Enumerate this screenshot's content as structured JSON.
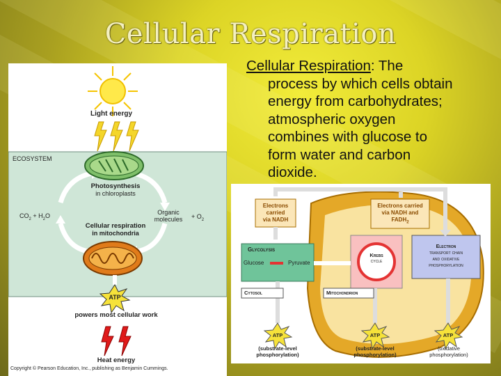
{
  "slide": {
    "title": "Cellular Respiration",
    "definition": {
      "term": "Cellular Respiration",
      "lines": [
        ": The",
        "process by which cells obtain",
        "energy from carbohydrates;",
        "atmospheric oxygen",
        "combines with glucose to",
        "form water and carbon",
        "dioxide."
      ]
    }
  },
  "figure1": {
    "light_energy": "Light energy",
    "ecosystem": "ECOSYSTEM",
    "photosynthesis": "Photosynthesis",
    "in_chloroplasts": "in chloroplasts",
    "co2_h2o": "CO",
    "co2_sub": "2",
    "plus_h2o": " + H",
    "h2o_sub": "2",
    "o_char": "O",
    "organic": "Organic",
    "molecules": "molecules",
    "plus_o2": "+ O",
    "o2_sub": "2",
    "cell_resp": "Cellular respiration",
    "in_mito": "in mitochondria",
    "atp": "ATP",
    "powers": "powers most cellular work",
    "heat": "Heat energy",
    "copyright": "Copyright © Pearson Education, Inc., publishing as Benjamin Cummings."
  },
  "figure2": {
    "nadh_box": [
      "Electrons",
      "carried",
      "via NADH"
    ],
    "fadh_box": [
      "Electrons carried",
      "via NADH and",
      "FADH"
    ],
    "fadh_sub": "2",
    "glycolysis": "Glycolysis",
    "glucose": "Glucose",
    "pyruvate": "Pyruvate",
    "krebs": "Krebs",
    "cycle": "cycle",
    "etc": [
      "Electron",
      "transport chain",
      "and oxidative",
      "phosphorylation"
    ],
    "cytosol": "Cytosol",
    "mitochondrion": "Mitochondrion",
    "atp": "ATP",
    "atp1_note": [
      "(substrate-level",
      "phosphorylation)"
    ],
    "atp2_note": [
      "(substrate-level",
      "phosphorylation)"
    ],
    "atp3_note": [
      "(oxidative",
      "phosphorylation)"
    ]
  }
}
